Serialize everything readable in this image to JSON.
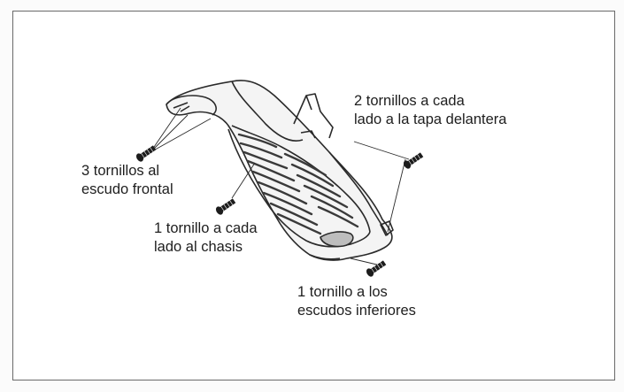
{
  "labels": {
    "front_shield": {
      "line1": "3 tornillos al",
      "line2": "escudo frontal"
    },
    "chassis": {
      "line1": "1 tornillo a cada",
      "line2": "lado al chasis"
    },
    "front_cover": {
      "line1": "2 tornillos a cada",
      "line2": "lado a la tapa delantera"
    },
    "lower_shields": {
      "line1": "1 tornillo a los",
      "line2": "escudos inferiores"
    }
  },
  "colors": {
    "frame_border": "#6a6a6a",
    "line_art": "#2a2a2a",
    "text": "#1e1e1e"
  },
  "icons": [
    "screw-icon",
    "front-shield-part-illustration"
  ]
}
